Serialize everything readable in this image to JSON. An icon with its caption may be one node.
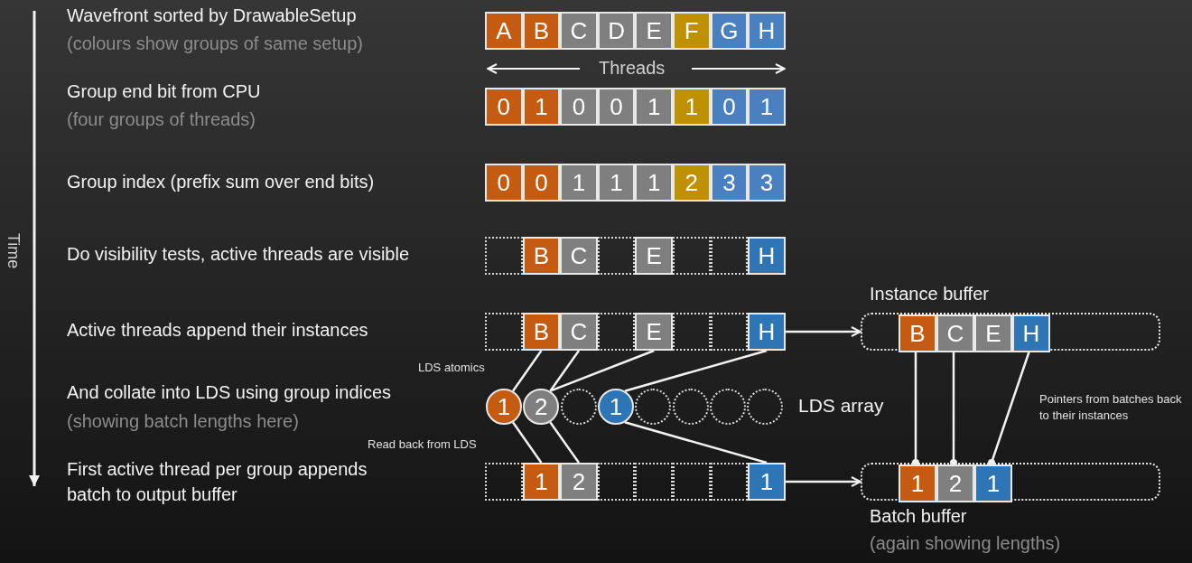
{
  "diagram": {
    "nodes": [
      {
        "text": [
          "A"
        ]
      },
      {
        "text": [
          "B"
        ]
      },
      {
        "text": [
          "C"
        ]
      },
      {
        "text": [
          "D"
        ]
      },
      {
        "text": [
          "E"
        ]
      },
      {
        "text": [
          "F"
        ]
      },
      {
        "text": [
          "G"
        ]
      },
      {
        "text": [
          "H"
        ]
      },
      {
        "text": [
          "0"
        ]
      },
      {
        "text": [
          "1"
        ]
      },
      {
        "text": [
          "0"
        ]
      },
      {
        "text": [
          "0"
        ]
      },
      {
        "text": [
          "1"
        ]
      },
      {
        "text": [
          "1"
        ]
      },
      {
        "text": [
          "0"
        ]
      },
      {
        "text": [
          "1"
        ]
      },
      {
        "text": [
          "0"
        ]
      },
      {
        "text": [
          "0"
        ]
      },
      {
        "text": [
          "1"
        ]
      },
      {
        "text": [
          "1"
        ]
      },
      {
        "text": [
          "1"
        ]
      },
      {
        "text": [
          "2"
        ]
      },
      {
        "text": [
          "3"
        ]
      },
      {
        "text": [
          "3"
        ]
      },
      {
        "text": [],
        "shape": "box"
      },
      {
        "text": [
          "B"
        ]
      },
      {
        "text": [
          "C"
        ]
      },
      {
        "text": [],
        "shape": "box"
      },
      {
        "text": [
          "E"
        ]
      },
      {
        "text": [],
        "shape": "box"
      },
      {
        "text": [],
        "shape": "box"
      },
      {
        "text": [
          "H"
        ]
      },
      {
        "text": [],
        "shape": "box"
      },
      {
        "text": [
          "B"
        ]
      },
      {
        "text": [
          "C"
        ]
      },
      {
        "text": [],
        "shape": "box"
      },
      {
        "text": [
          "E"
        ]
      },
      {
        "text": [],
        "shape": "box"
      },
      {
        "text": [],
        "shape": "box"
      },
      {
        "text": [
          "H"
        ]
      },
      {
        "text": [
          "Instance buffer"
        ]
      },
      {
        "text": [
          "B"
        ],
        "in": 40
      },
      {
        "text": [
          "C"
        ],
        "in": 40
      },
      {
        "text": [
          "E"
        ],
        "in": 40
      },
      {
        "text": [
          "H"
        ],
        "in": 40
      },
      {
        "text": [
          "1"
        ]
      },
      {
        "text": [
          "2"
        ]
      },
      {
        "text": [],
        "shape": "circle"
      },
      {
        "text": [
          "1"
        ]
      },
      {
        "text": [],
        "shape": "circle"
      },
      {
        "text": [],
        "shape": "circle"
      },
      {
        "text": [],
        "shape": "circle"
      },
      {
        "text": [],
        "shape": "circle"
      },
      {
        "text": [],
        "shape": "box"
      },
      {
        "text": [
          "1"
        ]
      },
      {
        "text": [
          "2"
        ]
      },
      {
        "text": [],
        "shape": "box"
      },
      {
        "text": [],
        "shape": "box"
      },
      {
        "text": [],
        "shape": "box"
      },
      {
        "text": [],
        "shape": "box"
      },
      {
        "text": [
          "1"
        ]
      },
      {
        "text": [
          "Batch buffer",
          "(again showing lengths)"
        ]
      },
      {
        "text": [
          "1"
        ],
        "in": 61
      },
      {
        "text": [
          "2"
        ],
        "in": 61
      },
      {
        "text": [
          "1"
        ],
        "in": 61
      }
    ],
    "edges": [
      {
        "from": 39,
        "to": 40,
        "arrow": "to"
      },
      {
        "from": 33,
        "to": 45,
        "arrow": "none"
      },
      {
        "from": 34,
        "to": 46,
        "arrow": "none"
      },
      {
        "from": 36,
        "to": 46,
        "arrow": "none"
      },
      {
        "from": 39,
        "to": 48,
        "arrow": "none"
      },
      {
        "from": 45,
        "to": 54,
        "arrow": "none"
      },
      {
        "from": 46,
        "to": 55,
        "arrow": "none"
      },
      {
        "from": 48,
        "to": 60,
        "arrow": "none"
      },
      {
        "from": 60,
        "to": 61,
        "arrow": "to"
      },
      {
        "from": 62,
        "to": 41,
        "arrow": "other"
      },
      {
        "from": 63,
        "to": 42,
        "arrow": "other"
      },
      {
        "from": 64,
        "to": 44,
        "arrow": "other"
      }
    ],
    "labels": [
      "Wavefront sorted by DrawableSetup",
      "(colours show groups of same setup)",
      "Threads",
      "Group end bit from CPU",
      "(four groups of threads)",
      "Group index (prefix sum over end bits)",
      "Time",
      "Do visibility tests, active threads are visible",
      "Active threads append their instances",
      "LDS atomics",
      "And collate into LDS using group indices",
      "(showing batch lengths here)",
      "LDS array",
      "Pointers from batches back to their instances",
      "Read back from LDS",
      "First active thread per group appends batch to output buffer"
    ]
  }
}
